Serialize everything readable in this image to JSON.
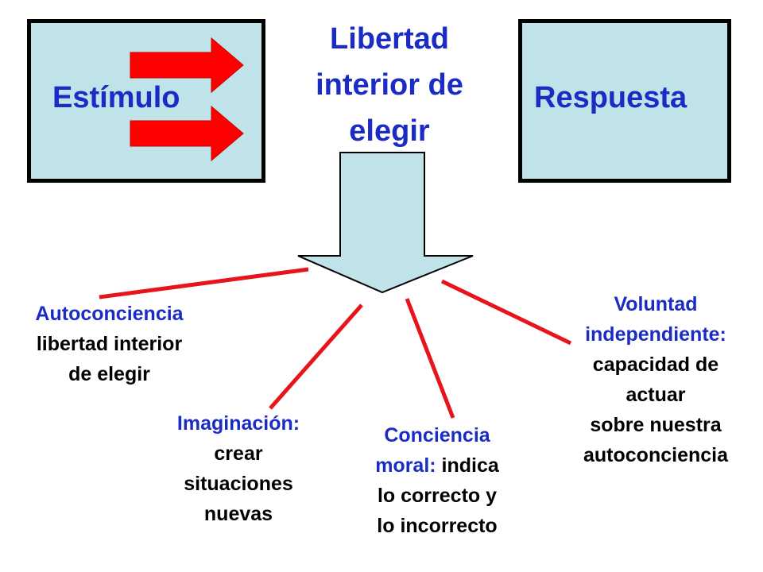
{
  "stimulus_box": {
    "label": "Estímulo",
    "fill": "#bfe3e8"
  },
  "response_box": {
    "label": "Respuesta",
    "fill": "#bfe3e8"
  },
  "center_title": {
    "line1": "Libertad",
    "line2": "interior de",
    "line3": "elegir"
  },
  "colors": {
    "title_blue": "#1b2cc4",
    "arrow_red": "#ff0000",
    "connector_red": "#e8141c",
    "box_fill": "#bfe3e8"
  },
  "branches": {
    "autoconciencia": {
      "title": "Autoconciencia",
      "line1": "libertad interior",
      "line2": "de elegir"
    },
    "imaginacion": {
      "title": "Imaginación:",
      "line1": "crear",
      "line2": "situaciones",
      "line3": "nuevas"
    },
    "conciencia": {
      "title": "Conciencia",
      "line1_blue": "moral:",
      "line1_rest": " indica",
      "line2": "lo correcto y",
      "line3": "lo incorrecto"
    },
    "voluntad": {
      "title1": "Voluntad",
      "title2": "independiente:",
      "line1": "capacidad de",
      "line2": "actuar",
      "line3": "sobre nuestra",
      "line4": "autoconciencia"
    }
  }
}
